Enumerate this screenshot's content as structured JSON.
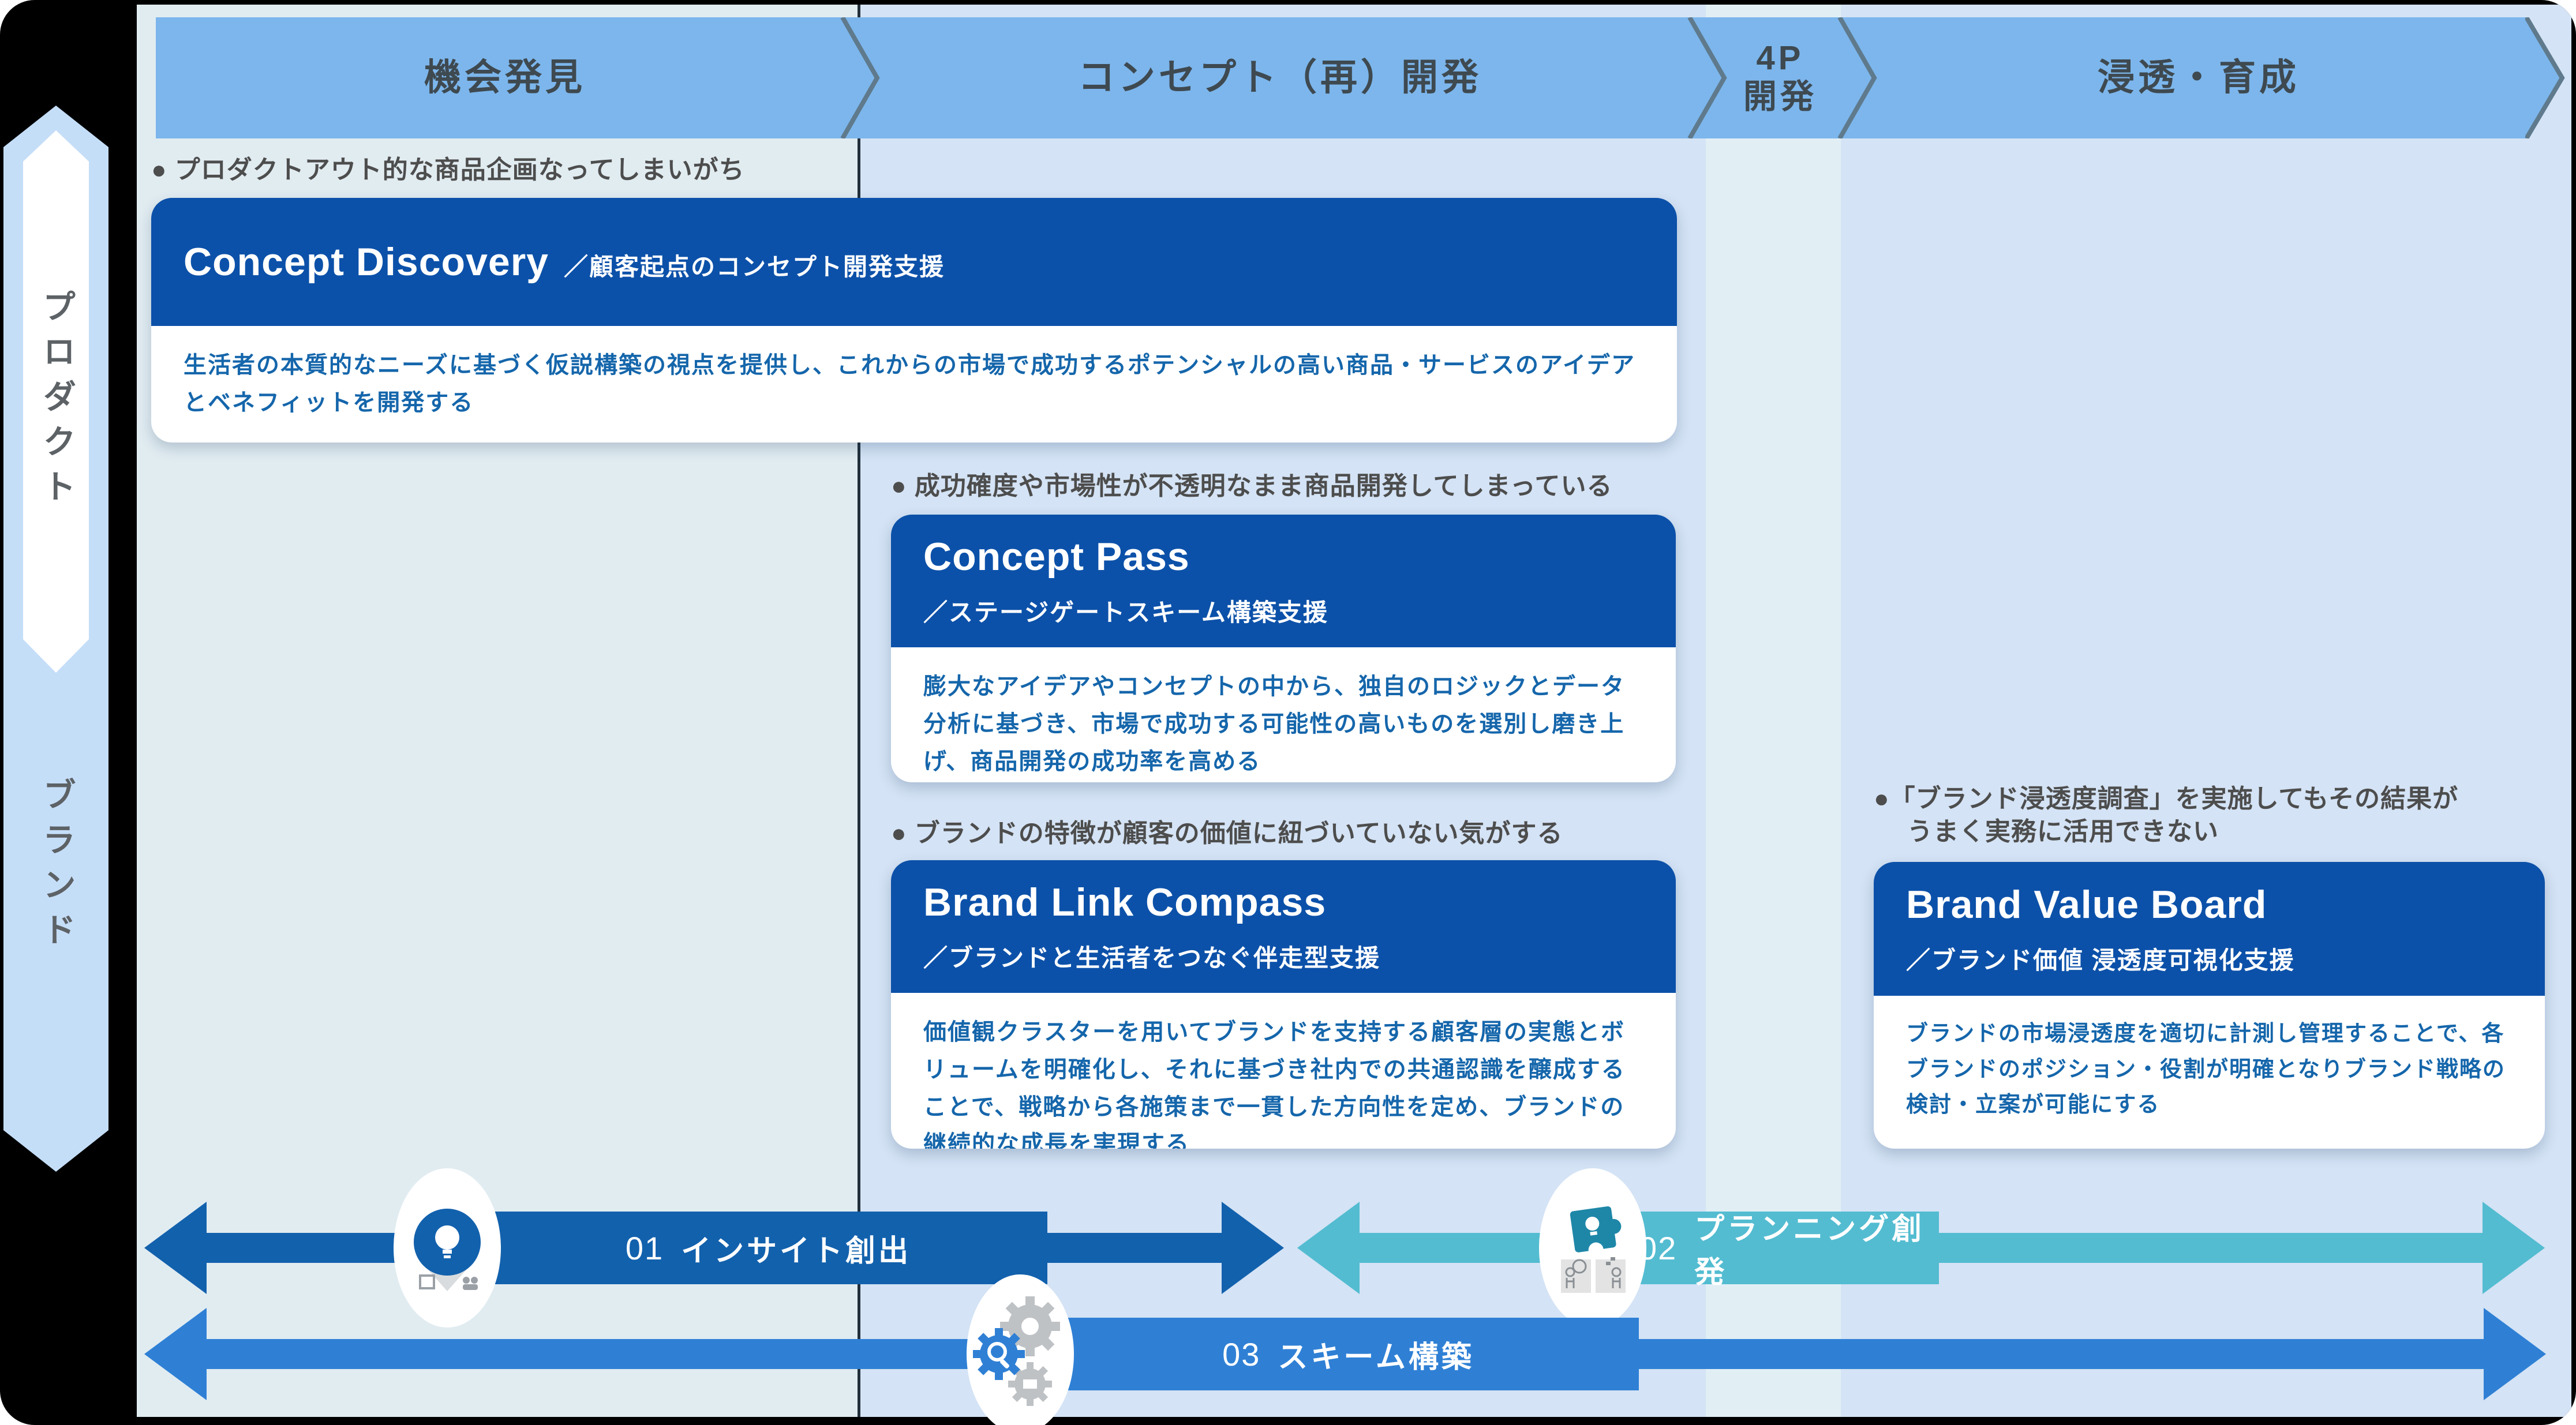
{
  "phases": [
    {
      "label": "機会発見",
      "label2": ""
    },
    {
      "label": "コンセプト（再）開発",
      "label2": ""
    },
    {
      "label": "4P",
      "label2": "開発"
    },
    {
      "label": "浸透・育成",
      "label2": ""
    }
  ],
  "side": {
    "product": "プロダクト",
    "brand": "ブランド"
  },
  "cards": [
    {
      "bullet": "● プロダクトアウト的な商品企画なってしまいがち",
      "bullet2": "",
      "title": "Concept Discovery",
      "subtitle": "／顧客起点のコンセプト開発支援",
      "body": "生活者の本質的なニーズに基づく仮説構築の視点を提供し、これからの市場で成功するポテンシャルの高い商品・サービスのアイデアとベネフィットを開発する"
    },
    {
      "bullet": "● 成功確度や市場性が不透明なまま商品開発してしまっている",
      "bullet2": "",
      "title": "Concept Pass",
      "subtitle": "／ステージゲートスキーム構築支援",
      "body": "膨大なアイデアやコンセプトの中から、独自のロジックとデータ分析に基づき、市場で成功する可能性の高いものを選別し磨き上げ、商品開発の成功率を高める"
    },
    {
      "bullet": "● ブランドの特徴が顧客の価値に紐づいていない気がする",
      "bullet2": "",
      "title": "Brand Link Compass",
      "subtitle": "／ブランドと生活者をつなぐ伴走型支援",
      "body": "価値観クラスターを用いてブランドを支持する顧客層の実態とボリュームを明確化し、それに基づき社内での共通認識を醸成することで、戦略から各施策まで一貫した方向性を定め、ブランドの継続的な成長を実現する"
    },
    {
      "bullet": "●「ブランド浸透度調査」を実施してもその結果が",
      "bullet2": "うまく実務に活用できない",
      "title": "Brand Value Board",
      "subtitle": "／ブランド価値 浸透度可視化支援",
      "body": "ブランドの市場浸透度を適切に計測し管理することで、各ブランドのポジション・役割が明確となりブランド戦略の検討・立案が可能にする"
    }
  ],
  "arrows": [
    {
      "num": "01",
      "label": "インサイト創出",
      "color": "#1261ad",
      "icon": "lightbulb-icon"
    },
    {
      "num": "02",
      "label": "プランニング創発",
      "color": "#53bcd1",
      "icon": "puzzle-people-icon"
    },
    {
      "num": "03",
      "label": "スキーム構築",
      "color": "#2f80d5",
      "icon": "gears-magnifier-icon"
    }
  ],
  "colors": {
    "band": "#7cb6ec",
    "band_outline": "#5f7a8c",
    "phase_text": "#3e4950",
    "col_opportunity": "#e1ecf1",
    "col_concept": "#d4e3f5",
    "col_4p": "#e1eff5",
    "col_penetration": "#d4e3f5",
    "divider": "#22303c",
    "card_header": "#0c51a9",
    "card_body_text": "#1566ab",
    "bullet_text": "#4d4d4d",
    "banner": "#c5def8",
    "banner_text": "#5d6266",
    "arrow1": "#1261ad",
    "arrow2": "#53bcd1",
    "arrow3": "#2f80d5",
    "canvas": "#000000"
  }
}
